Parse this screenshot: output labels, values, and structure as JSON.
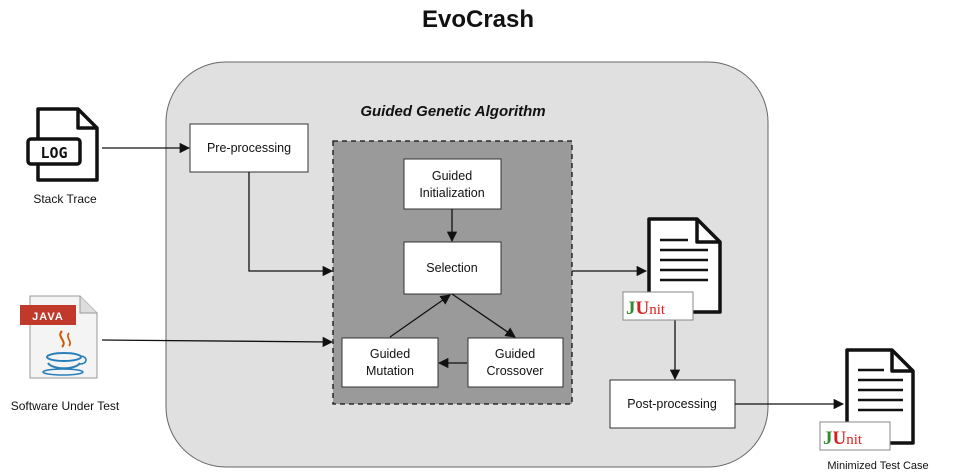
{
  "title": "EvoCrash",
  "region_title": "Guided Genetic Algorithm",
  "boxes": {
    "preprocessing": "Pre-processing",
    "guided_init": [
      "Guided",
      "Initialization"
    ],
    "selection": "Selection",
    "guided_mutation": [
      "Guided",
      "Mutation"
    ],
    "guided_crossover": [
      "Guided",
      "Crossover"
    ],
    "postprocessing": "Post-processing"
  },
  "inputs": {
    "stack_trace": {
      "label": "Stack Trace",
      "icon": "log-file-icon",
      "badge": "LOG"
    },
    "software": {
      "label": "Software Under Test",
      "icon": "java-file-icon",
      "badge": "JAVA"
    }
  },
  "outputs": {
    "test_case_badge": {
      "j": "J",
      "u": "U",
      "nit": "nit"
    },
    "minimized": {
      "label": "Minimized Test Case",
      "icon": "junit-document-icon"
    }
  },
  "colors": {
    "outer_panel": "#e0e0e0",
    "ga_region": "#9a9a9a",
    "box_fill": "#ffffff",
    "junit_green": "#2e8b2e",
    "junit_red": "#d22222",
    "java_red": "#c0392b"
  }
}
